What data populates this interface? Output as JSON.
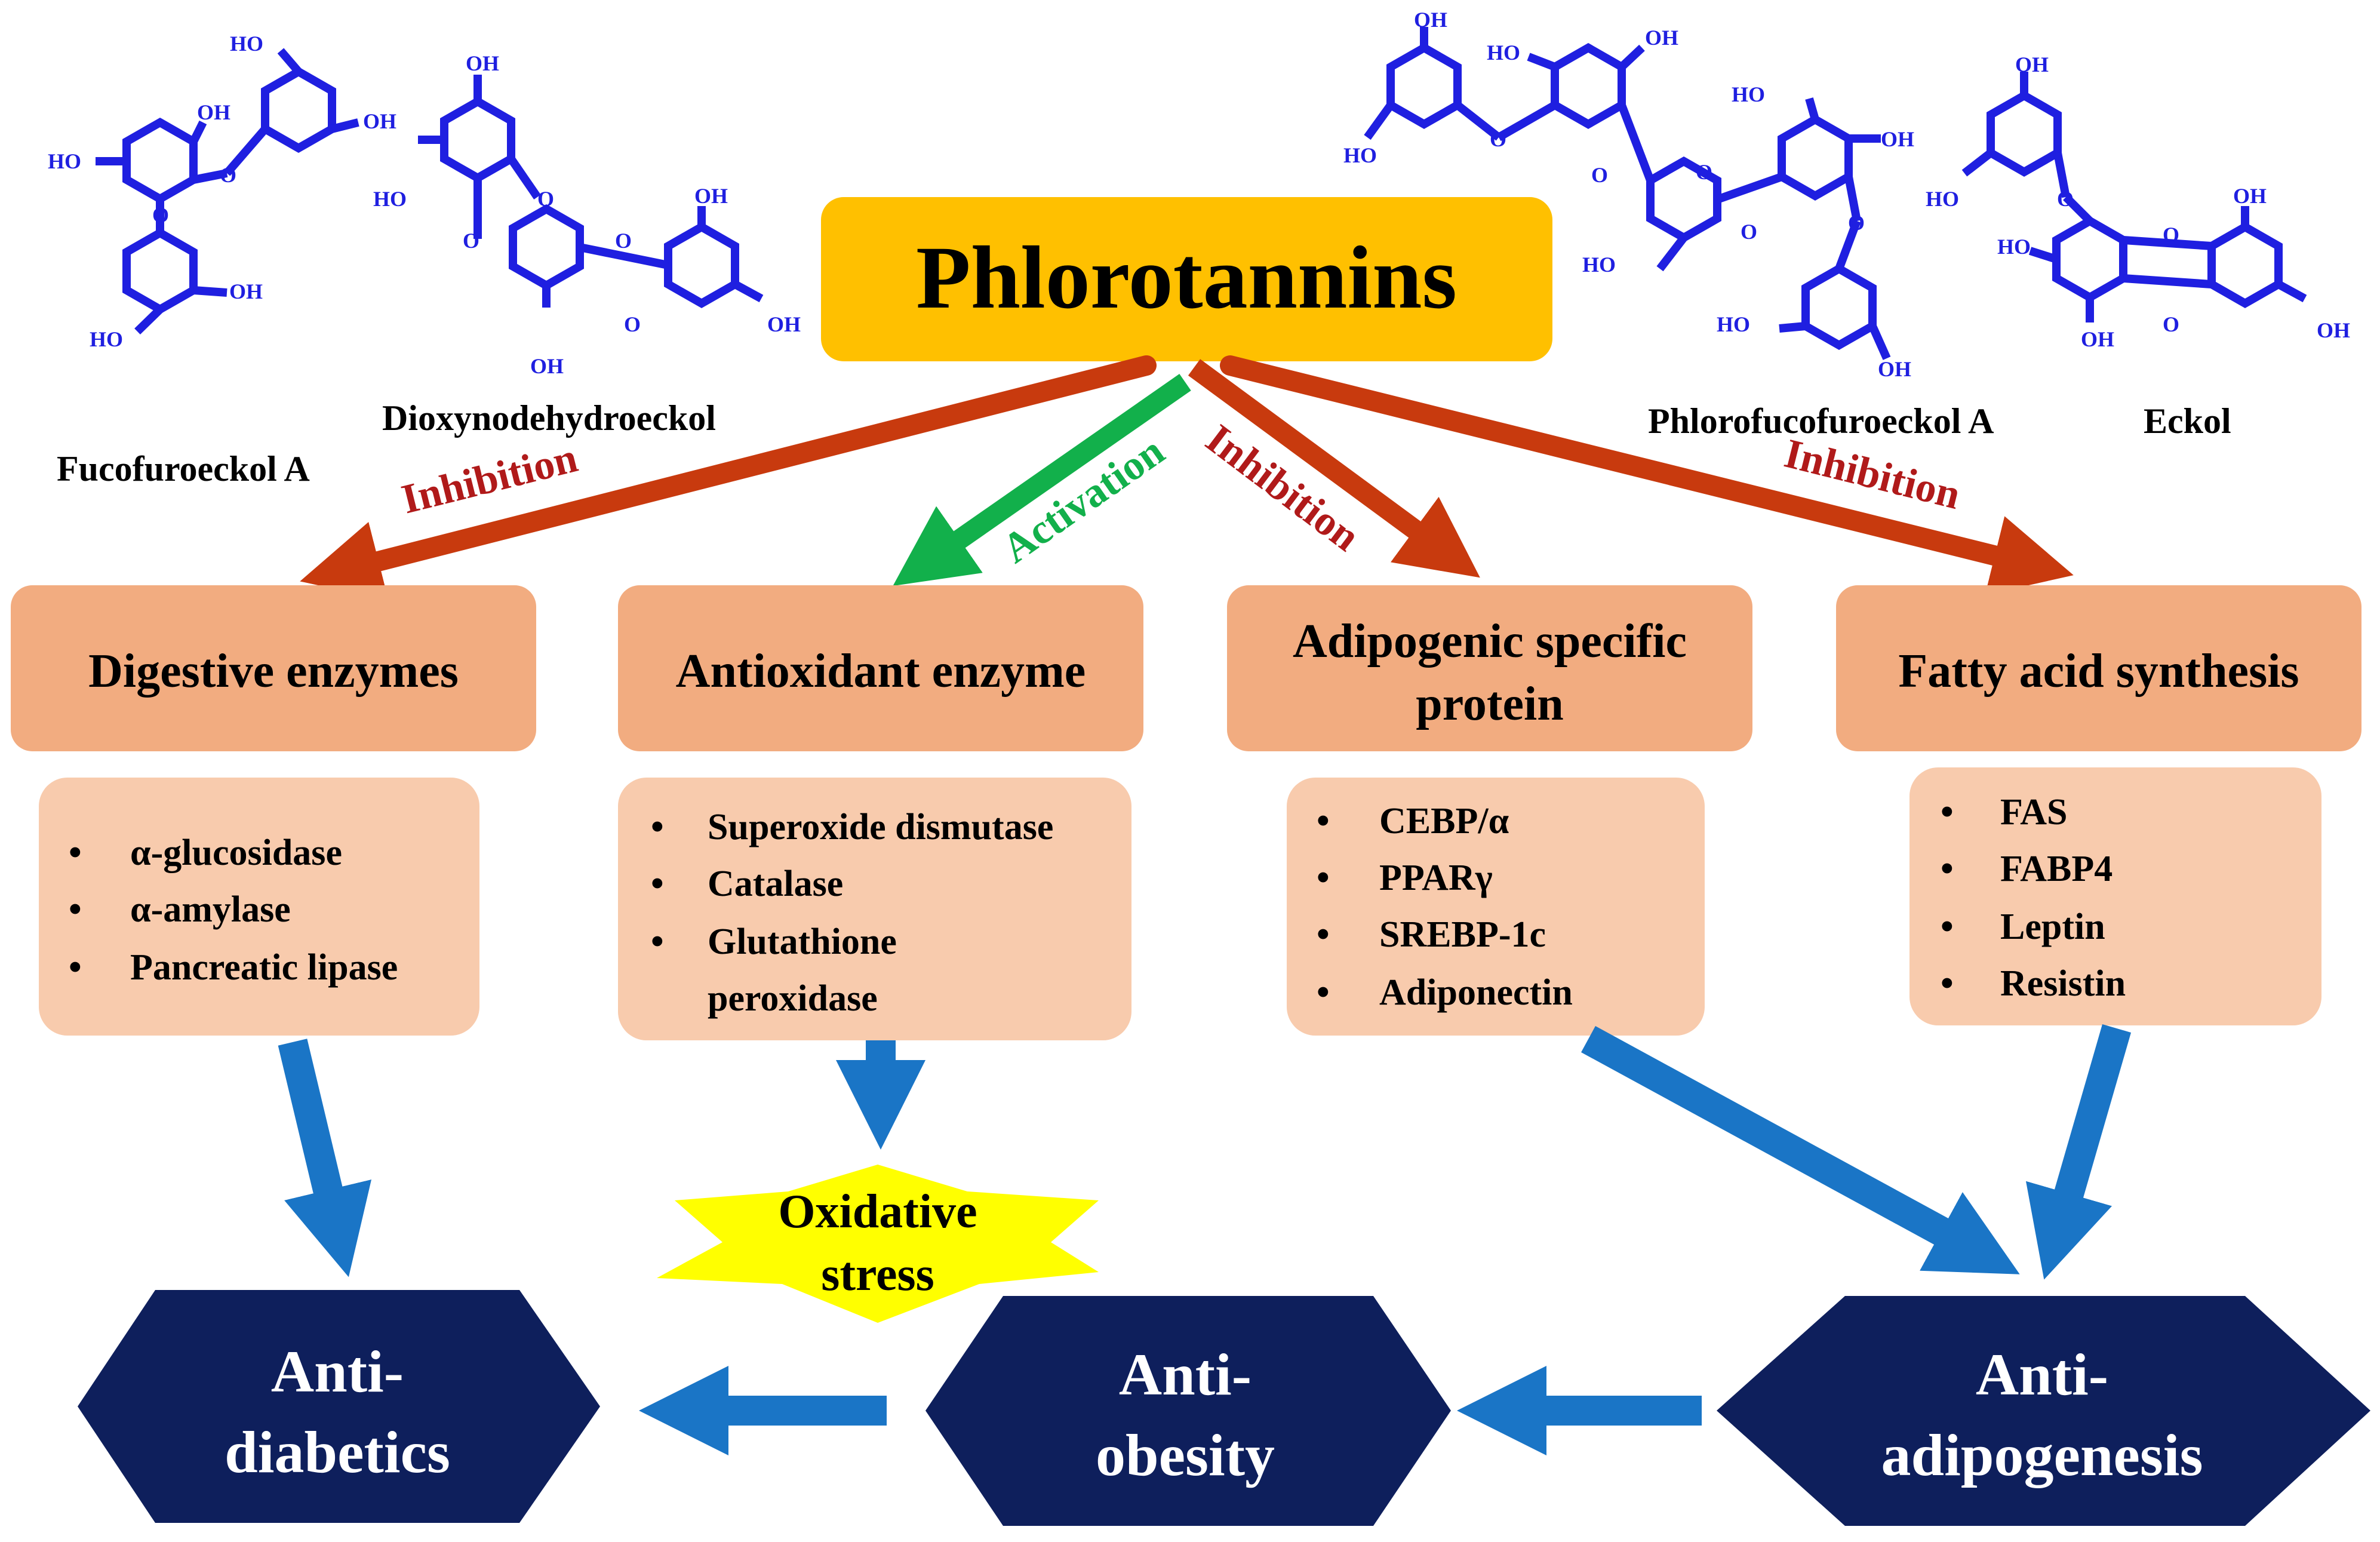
{
  "colors": {
    "title_box": "#FFC000",
    "category_box": "#F2AC80",
    "list_box": "#F8CBAD",
    "inhibition_arrow": "#C83A0E",
    "activation_arrow": "#12B04B",
    "flow_arrow": "#1A75C6",
    "outcome_box": "#0E1F5C",
    "oxidative_star": "#FFFF00",
    "structure_ink": "#1F1FE0",
    "inhibition_text": "#B01A1A",
    "activation_text": "#12B04B"
  },
  "title": "Phlorotannins",
  "compounds": {
    "fucofuroeckol_a": "Fucofuroeckol A",
    "dioxynodehydroeckol": "Dioxynodehydroeckol",
    "phlorofucofuroeckol_a": "Phlorofucofuroeckol A",
    "eckol": "Eckol"
  },
  "structure_labels": {
    "oh": "OH",
    "ho": "HO",
    "o": "O"
  },
  "arrow_labels": {
    "inhibition": "Inhibition",
    "activation": "Activation"
  },
  "categories": [
    {
      "title": "Digestive enzymes",
      "items": [
        "α-glucosidase",
        "α-amylase",
        "Pancreatic lipase"
      ]
    },
    {
      "title": "Antioxidant enzyme",
      "items": [
        "Superoxide  dismutase",
        "Catalase",
        "Glutathione",
        "peroxidase"
      ]
    },
    {
      "title_line1": "Adipogenic specific",
      "title_line2": "protein",
      "items": [
        "CEBP/α",
        "PPARγ",
        "SREBP-1c",
        "Adiponectin"
      ]
    },
    {
      "title": "Fatty acid synthesis",
      "items": [
        "FAS",
        "FABP4",
        "Leptin",
        "Resistin"
      ]
    }
  ],
  "oxidative_stress": {
    "line1": "Oxidative",
    "line2": "stress"
  },
  "outcomes": [
    {
      "line1": "Anti-",
      "line2": "diabetics"
    },
    {
      "line1": "Anti-",
      "line2": "obesity"
    },
    {
      "line1": "Anti-",
      "line2": "adipogenesis"
    }
  ],
  "bullet": "•"
}
